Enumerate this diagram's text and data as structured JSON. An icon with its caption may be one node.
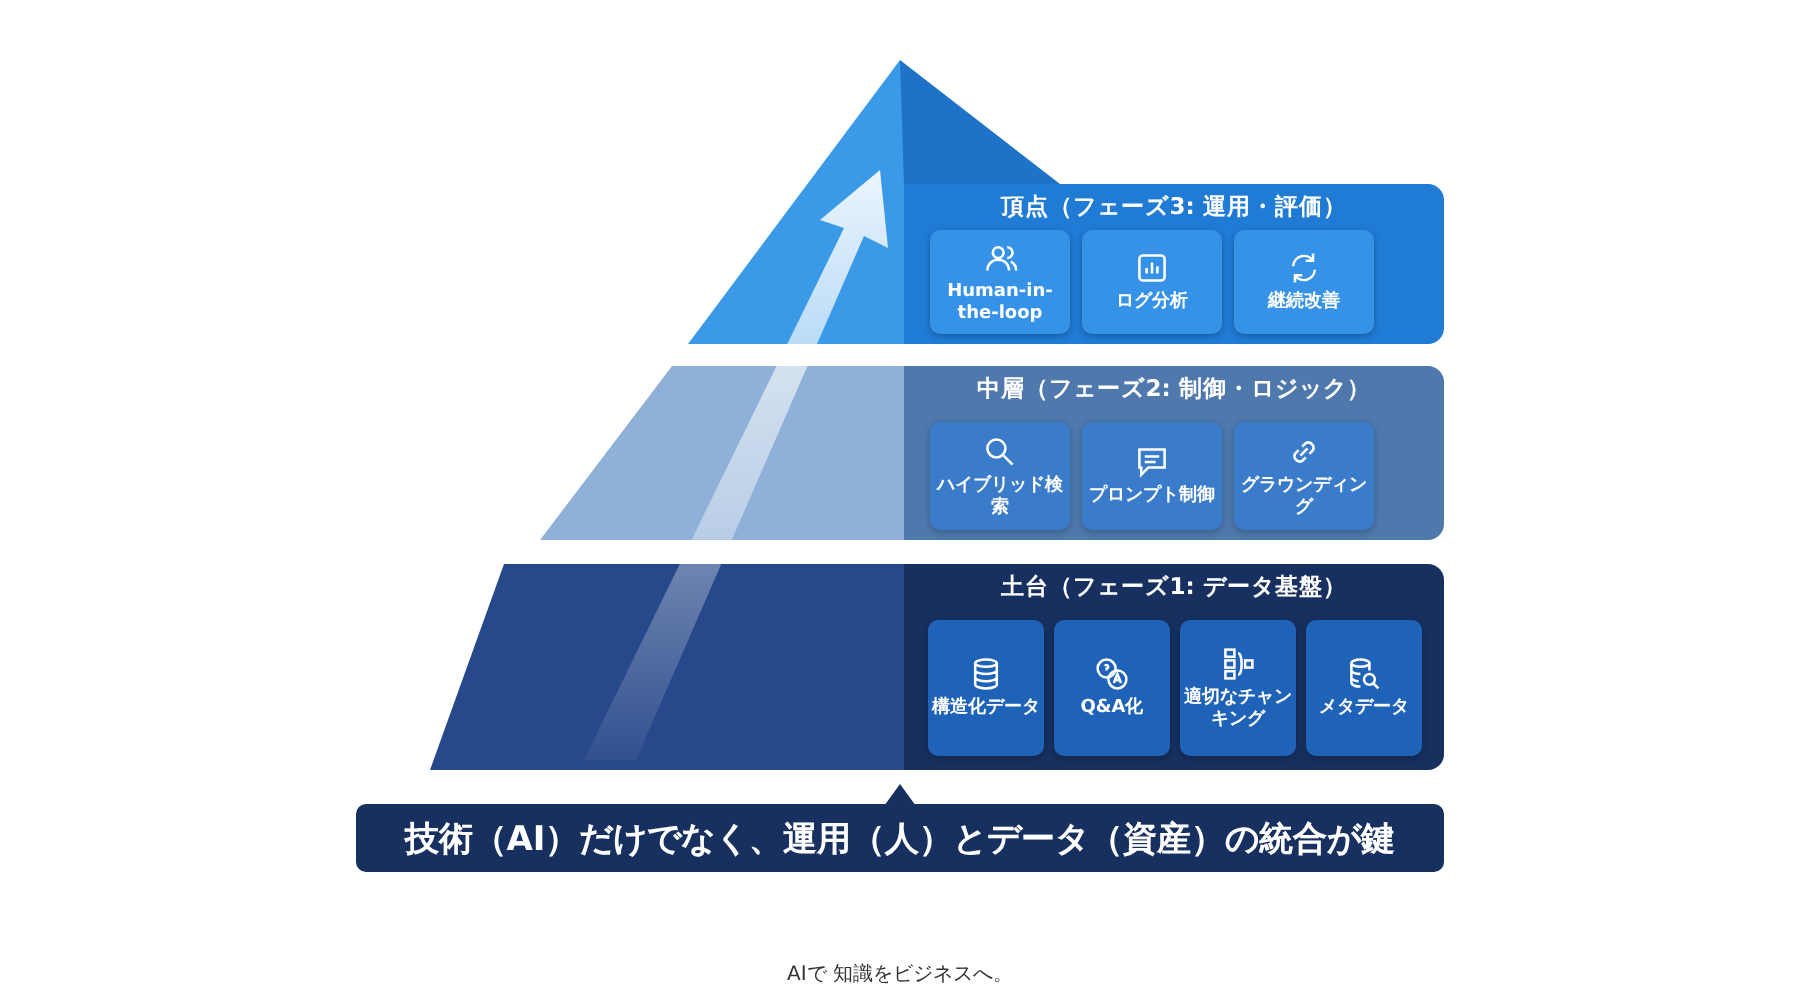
{
  "diagram": {
    "caption": "技術（AI）だけでなく、運用（人）とデータ（資産）の統合が鍵",
    "nodes": [
      {
        "text": [
          "頂点（フェーズ3: 運用・評価）"
        ]
      },
      {
        "text": [
          "Human-in-the-loop"
        ],
        "in": 0
      },
      {
        "text": [
          "ログ分析"
        ],
        "in": 0
      },
      {
        "text": [
          "継続改善"
        ],
        "in": 0
      },
      {
        "text": [
          "中層（フェーズ2: 制御・ロジック）"
        ]
      },
      {
        "text": [
          "ハイブリッド検索"
        ],
        "in": 4
      },
      {
        "text": [
          "プロンプト制御"
        ],
        "in": 4
      },
      {
        "text": [
          "グラウンディング"
        ],
        "in": 4
      },
      {
        "text": [
          "土台（フェーズ1: データ基盤）"
        ]
      },
      {
        "text": [
          "構造化データ"
        ],
        "in": 8
      },
      {
        "text": [
          "Q&A化"
        ],
        "in": 8
      },
      {
        "text": [
          "適切なチャンキング"
        ],
        "in": 8
      },
      {
        "text": [
          "メタデータ"
        ],
        "in": 8
      }
    ],
    "labels": [
      "AIで 知識をビジネスへ。"
    ]
  }
}
